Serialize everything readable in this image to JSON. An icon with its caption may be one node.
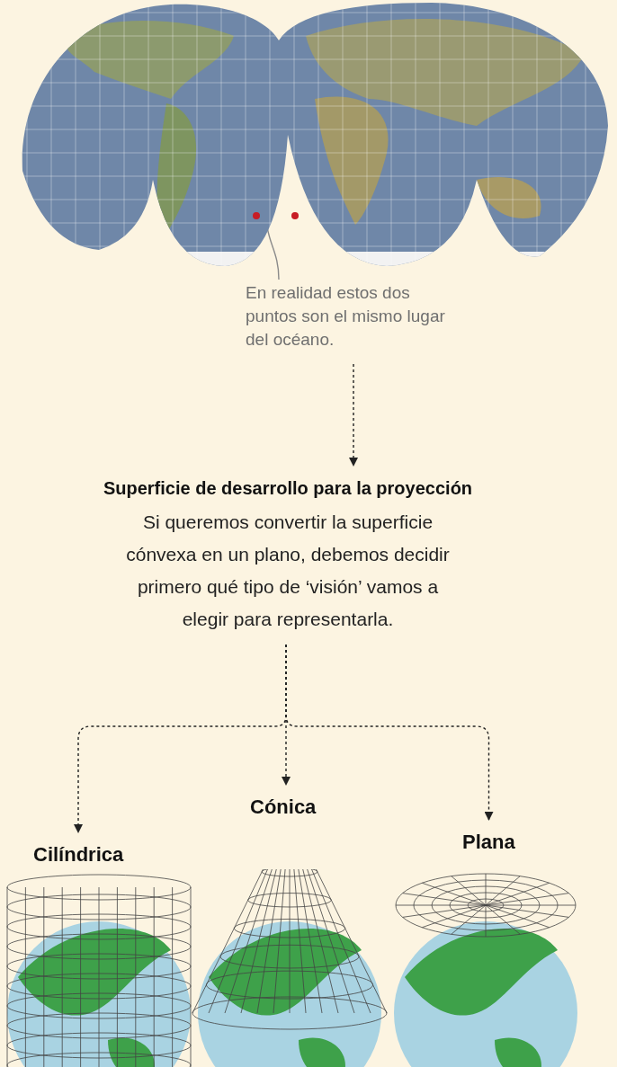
{
  "diagram": {
    "nodes": [
      {
        "text": [],
        "shape": "picture"
      },
      {
        "text": [
          "En realidad estos dos puntos son el mismo lugar del océano."
        ]
      },
      {
        "text": [
          "Superficie de desarrollo para la proyección",
          "Si queremos convertir la superficie cónvexa en un plano, debemos decidir primero qué tipo de ‘visión’ vamos a elegir para representarla."
        ]
      },
      {
        "text": [
          "Cilíndrica"
        ]
      },
      {
        "text": [
          "Cónica"
        ]
      },
      {
        "text": [
          "Plana"
        ]
      }
    ],
    "edges": [
      {
        "from": 1,
        "to": 0,
        "arrow": "none",
        "color": "#8a8a8a"
      },
      {
        "from": 1,
        "to": 2,
        "arrow": "to",
        "style": "dashed"
      },
      {
        "from": 2,
        "to": 3,
        "arrow": "to",
        "style": "dashed"
      },
      {
        "from": 2,
        "to": 4,
        "arrow": "to",
        "style": "dashed"
      },
      {
        "from": 2,
        "to": 5,
        "arrow": "to",
        "style": "dashed"
      }
    ]
  }
}
